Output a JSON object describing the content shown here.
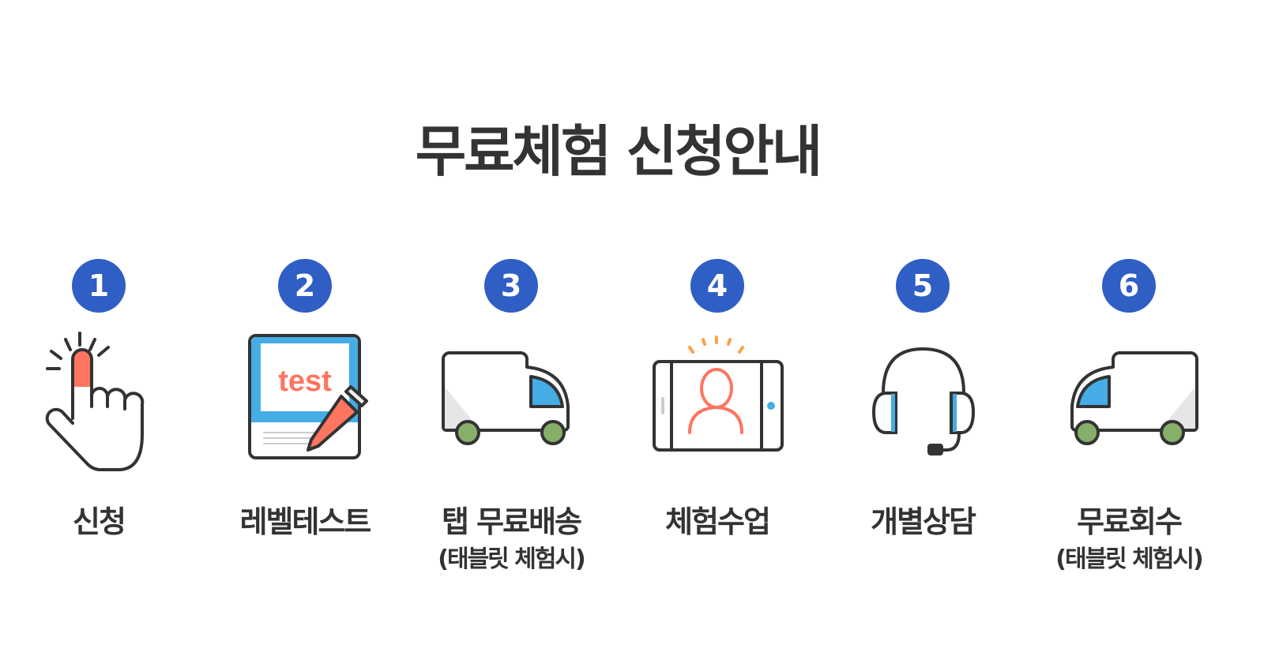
{
  "title": "무료체험 신청안내",
  "colors": {
    "accent": "#2f5ec4",
    "coral": "#ff7560",
    "blue": "#45ace6",
    "green": "#86b06a",
    "orange": "#ffa04a",
    "stroke": "#333333"
  },
  "steps": [
    {
      "number": "1",
      "label": "신청",
      "sub": null,
      "icon": "hand-tap-icon"
    },
    {
      "number": "2",
      "label": "레벨테스트",
      "sub": null,
      "icon": "test-paper-icon",
      "icon_text": "test"
    },
    {
      "number": "3",
      "label": "탭 무료배송",
      "sub": "(태블릿 체험시)",
      "icon": "delivery-truck-icon"
    },
    {
      "number": "4",
      "label": "체험수업",
      "sub": null,
      "icon": "tablet-video-icon"
    },
    {
      "number": "5",
      "label": "개별상담",
      "sub": null,
      "icon": "headset-icon"
    },
    {
      "number": "6",
      "label": "무료회수",
      "sub": "(태블릿 체험시)",
      "icon": "return-truck-icon"
    }
  ]
}
